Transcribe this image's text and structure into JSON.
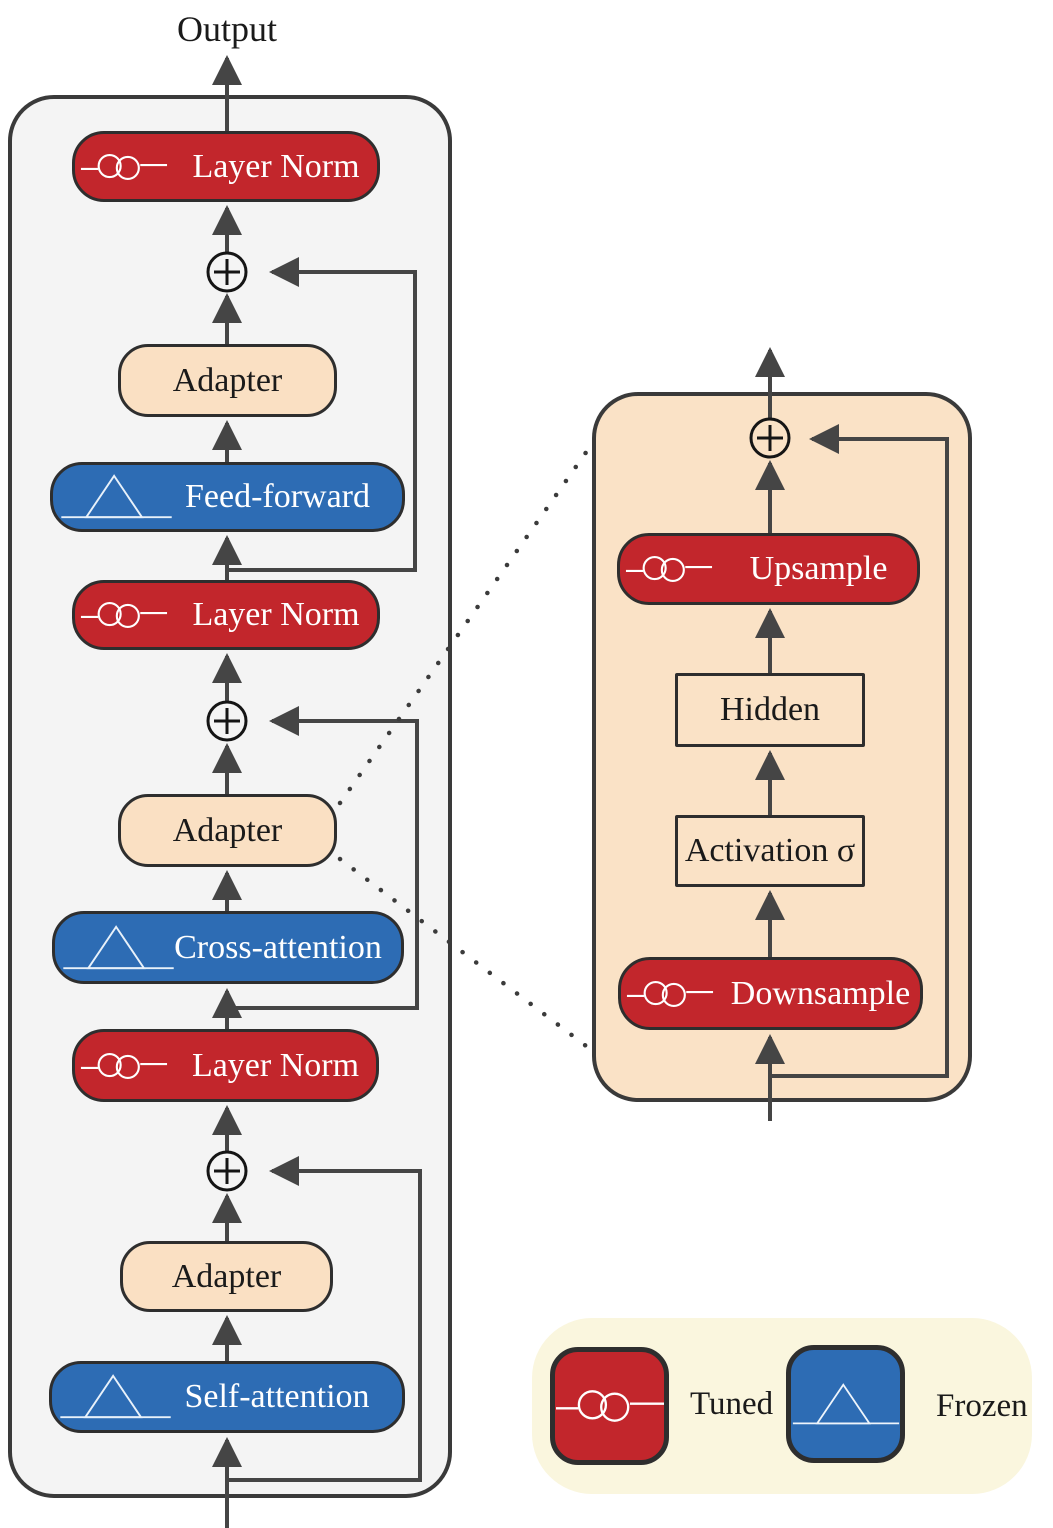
{
  "output_label": "Output",
  "left_column": {
    "boxes": [
      {
        "label": "Layer Norm",
        "style": "tuned"
      },
      {
        "label": "Adapter",
        "style": "adapter"
      },
      {
        "label": "Feed-forward",
        "style": "frozen"
      },
      {
        "label": "Layer Norm",
        "style": "tuned"
      },
      {
        "label": "Adapter",
        "style": "adapter"
      },
      {
        "label": "Cross-attention",
        "style": "frozen"
      },
      {
        "label": "Layer Norm",
        "style": "tuned"
      },
      {
        "label": "Adapter",
        "style": "adapter"
      },
      {
        "label": "Self-attention",
        "style": "frozen"
      }
    ]
  },
  "adapter_detail": {
    "boxes": [
      {
        "label": "Upsample",
        "style": "tuned"
      },
      {
        "label": "Hidden",
        "style": "plain"
      },
      {
        "label": "Activation σ",
        "style": "plain"
      },
      {
        "label": "Downsample",
        "style": "tuned"
      }
    ]
  },
  "legend": {
    "items": [
      {
        "label": "Tuned",
        "style": "tuned"
      },
      {
        "label": "Frozen",
        "style": "frozen"
      }
    ]
  },
  "icons": {
    "tuned": "broken-link-rings-icon",
    "frozen": "mountain-triangle-icon",
    "residual_add": "⊕",
    "flow_arrow": "↑"
  },
  "colors": {
    "tuned_red": "#c2262c",
    "frozen_blue": "#2d6cb4",
    "adapter_fill": "#fae0c3",
    "panel_fill": "#fae2c6",
    "legend_fill": "#faf6de",
    "container_fill": "#f4f4f4",
    "outline": "#3a3a3a",
    "wire": "#454545"
  }
}
